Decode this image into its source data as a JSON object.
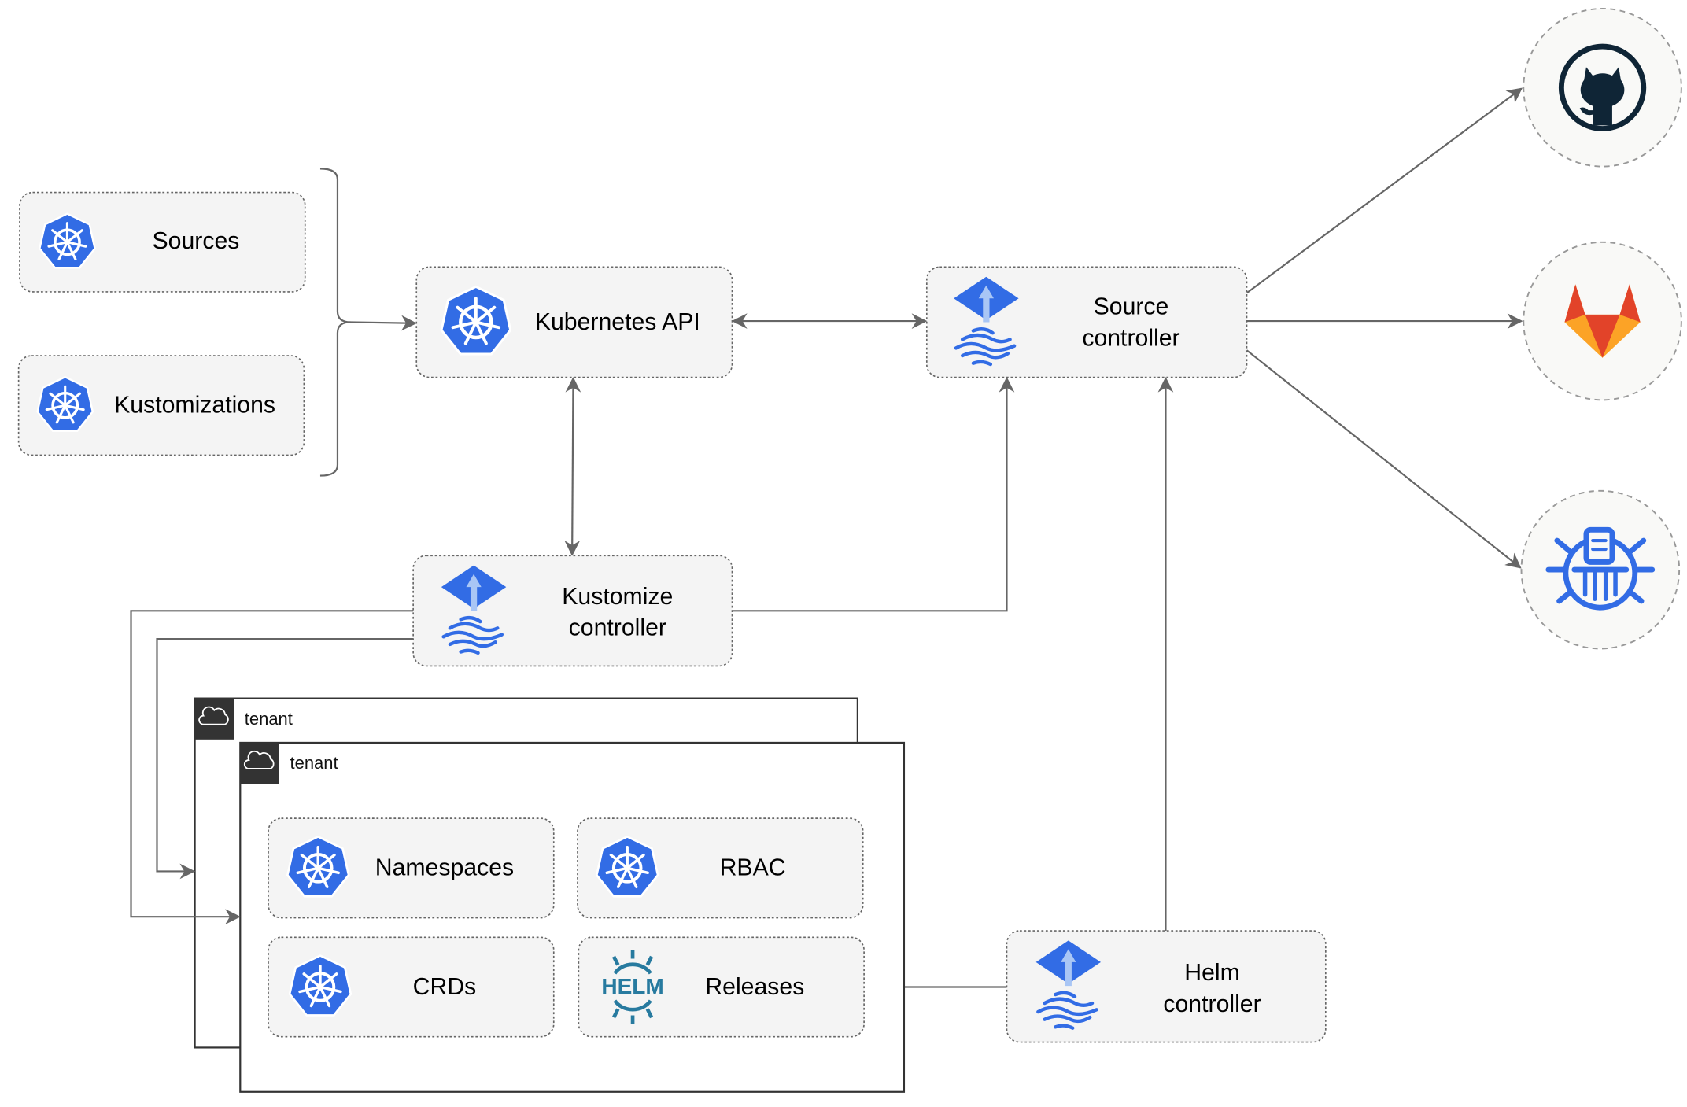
{
  "nodes": {
    "sources": "Sources",
    "kustomizations": "Kustomizations",
    "kubernetes_api": "Kubernetes API",
    "source_controller": [
      "Source",
      "controller"
    ],
    "kustomize_controller": [
      "Kustomize",
      "controller"
    ],
    "helm_controller": [
      "Helm",
      "controller"
    ],
    "namespaces": "Namespaces",
    "rbac": "RBAC",
    "crds": "CRDs",
    "releases": "Releases"
  },
  "tenants": [
    "tenant",
    "tenant"
  ],
  "icons": {
    "kubernetes": "kubernetes-icon",
    "flux": "flux-icon",
    "helm": "helm-icon",
    "github": "github-icon",
    "gitlab": "gitlab-icon",
    "helm_repository": "helm-repository-icon"
  },
  "colors": {
    "kubernetes_blue": "#326ce5",
    "helm_teal": "#277a9f",
    "github_dark": "#0f2536",
    "gitlab_orange": "#e24329",
    "edge_gray": "#666666",
    "tenant_header": "#333333"
  }
}
